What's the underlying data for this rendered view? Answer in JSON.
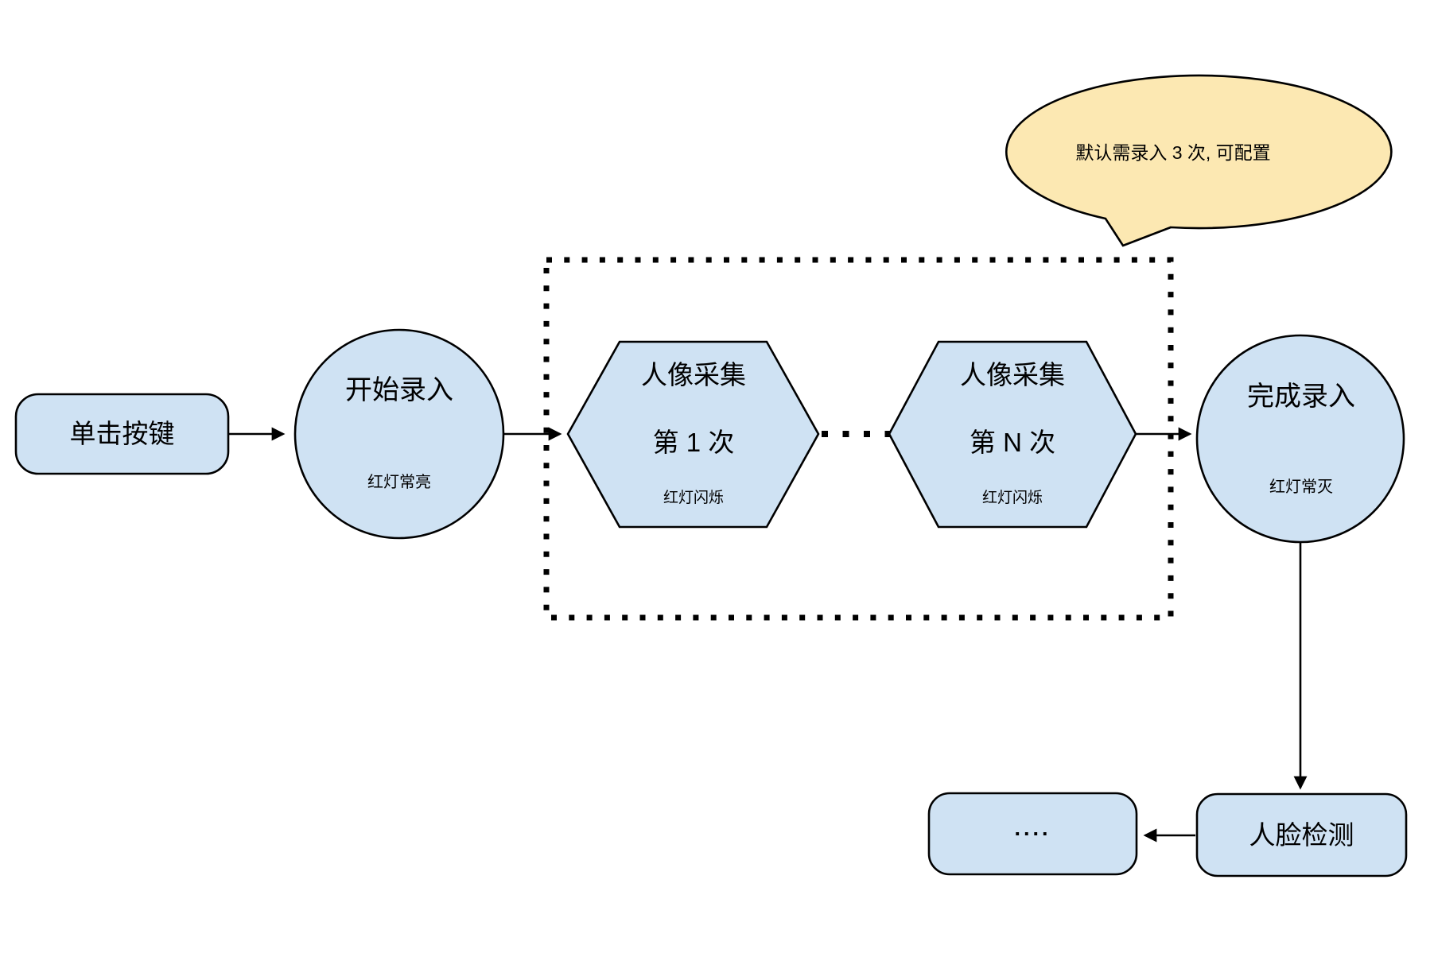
{
  "colors": {
    "node_fill": "#cfe2f3",
    "callout_fill": "#fce8b2",
    "stroke": "#000000"
  },
  "callout": {
    "text": "默认需录入 3 次, 可配置"
  },
  "nodes": {
    "click_button": {
      "label": "单击按键"
    },
    "start_record": {
      "label": "开始录入",
      "status": "红灯常亮"
    },
    "capture_first": {
      "title": "人像采集",
      "line2": "第 1 次",
      "status": "红灯闪烁"
    },
    "capture_nth": {
      "title": "人像采集",
      "line2": "第 N 次",
      "status": "红灯闪烁"
    },
    "finish_record": {
      "label": "完成录入",
      "status": "红灯常灭"
    },
    "face_detect": {
      "label": "人脸检测"
    },
    "more": {
      "label": "...."
    }
  }
}
